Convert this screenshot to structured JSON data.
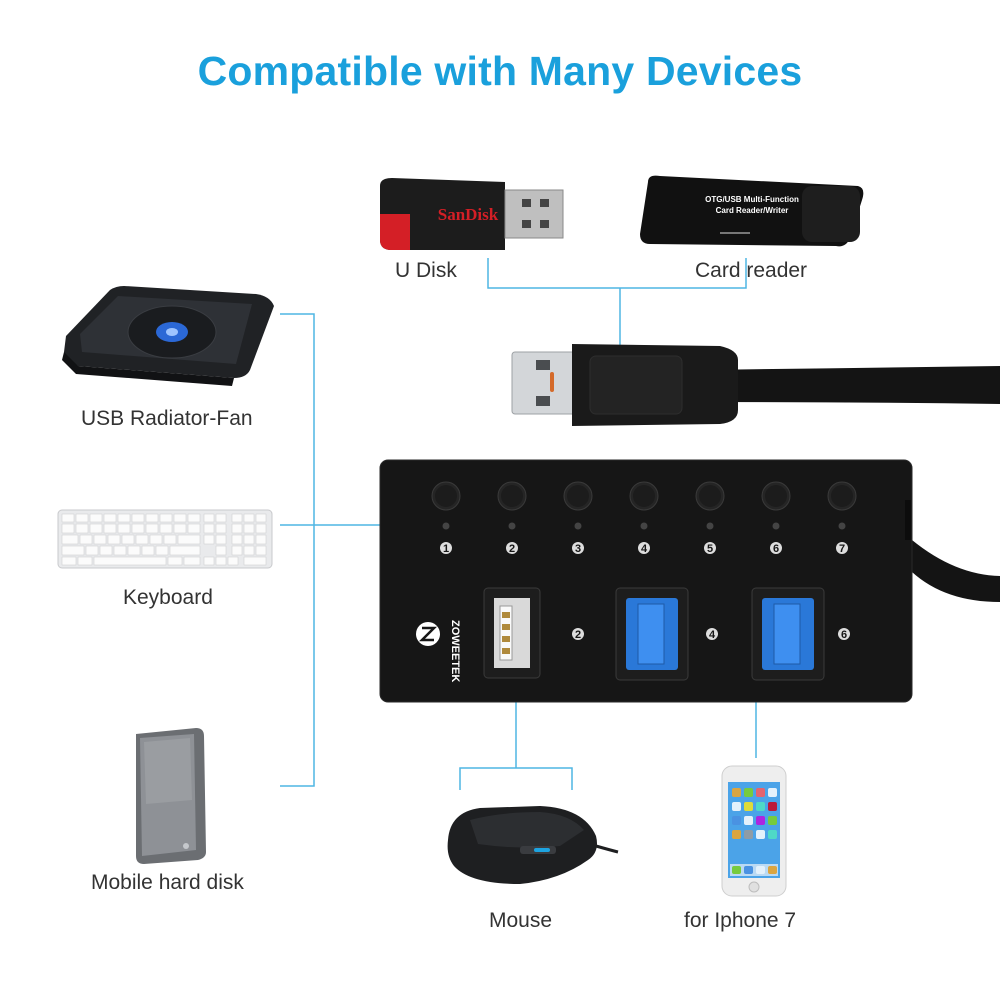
{
  "title": "Compatible with Many Devices",
  "accent_color": "#1aa0dc",
  "devices": {
    "u_disk": {
      "label": "U Disk",
      "brand_text": "SanDisk",
      "icon": "usb-flash-drive-icon"
    },
    "card_reader": {
      "label": "Card reader",
      "line1": "OTG/USB Multi-Function",
      "line2": "Card Reader/Writer",
      "icon": "card-reader-icon"
    },
    "radiator_fan": {
      "label": "USB Radiator-Fan",
      "icon": "cooling-pad-icon"
    },
    "keyboard": {
      "label": "Keyboard",
      "icon": "keyboard-icon"
    },
    "hard_disk": {
      "label": "Mobile hard disk",
      "icon": "hard-disk-icon"
    },
    "mouse": {
      "label": "Mouse",
      "icon": "mouse-icon"
    },
    "iphone": {
      "label": "for Iphone 7",
      "icon": "smartphone-icon"
    }
  },
  "hub": {
    "brand": "ZOWEETEK",
    "switch_numbers": [
      "1",
      "2",
      "3",
      "4",
      "5",
      "6",
      "7"
    ],
    "port_numbers": [
      "2",
      "4",
      "6"
    ]
  }
}
